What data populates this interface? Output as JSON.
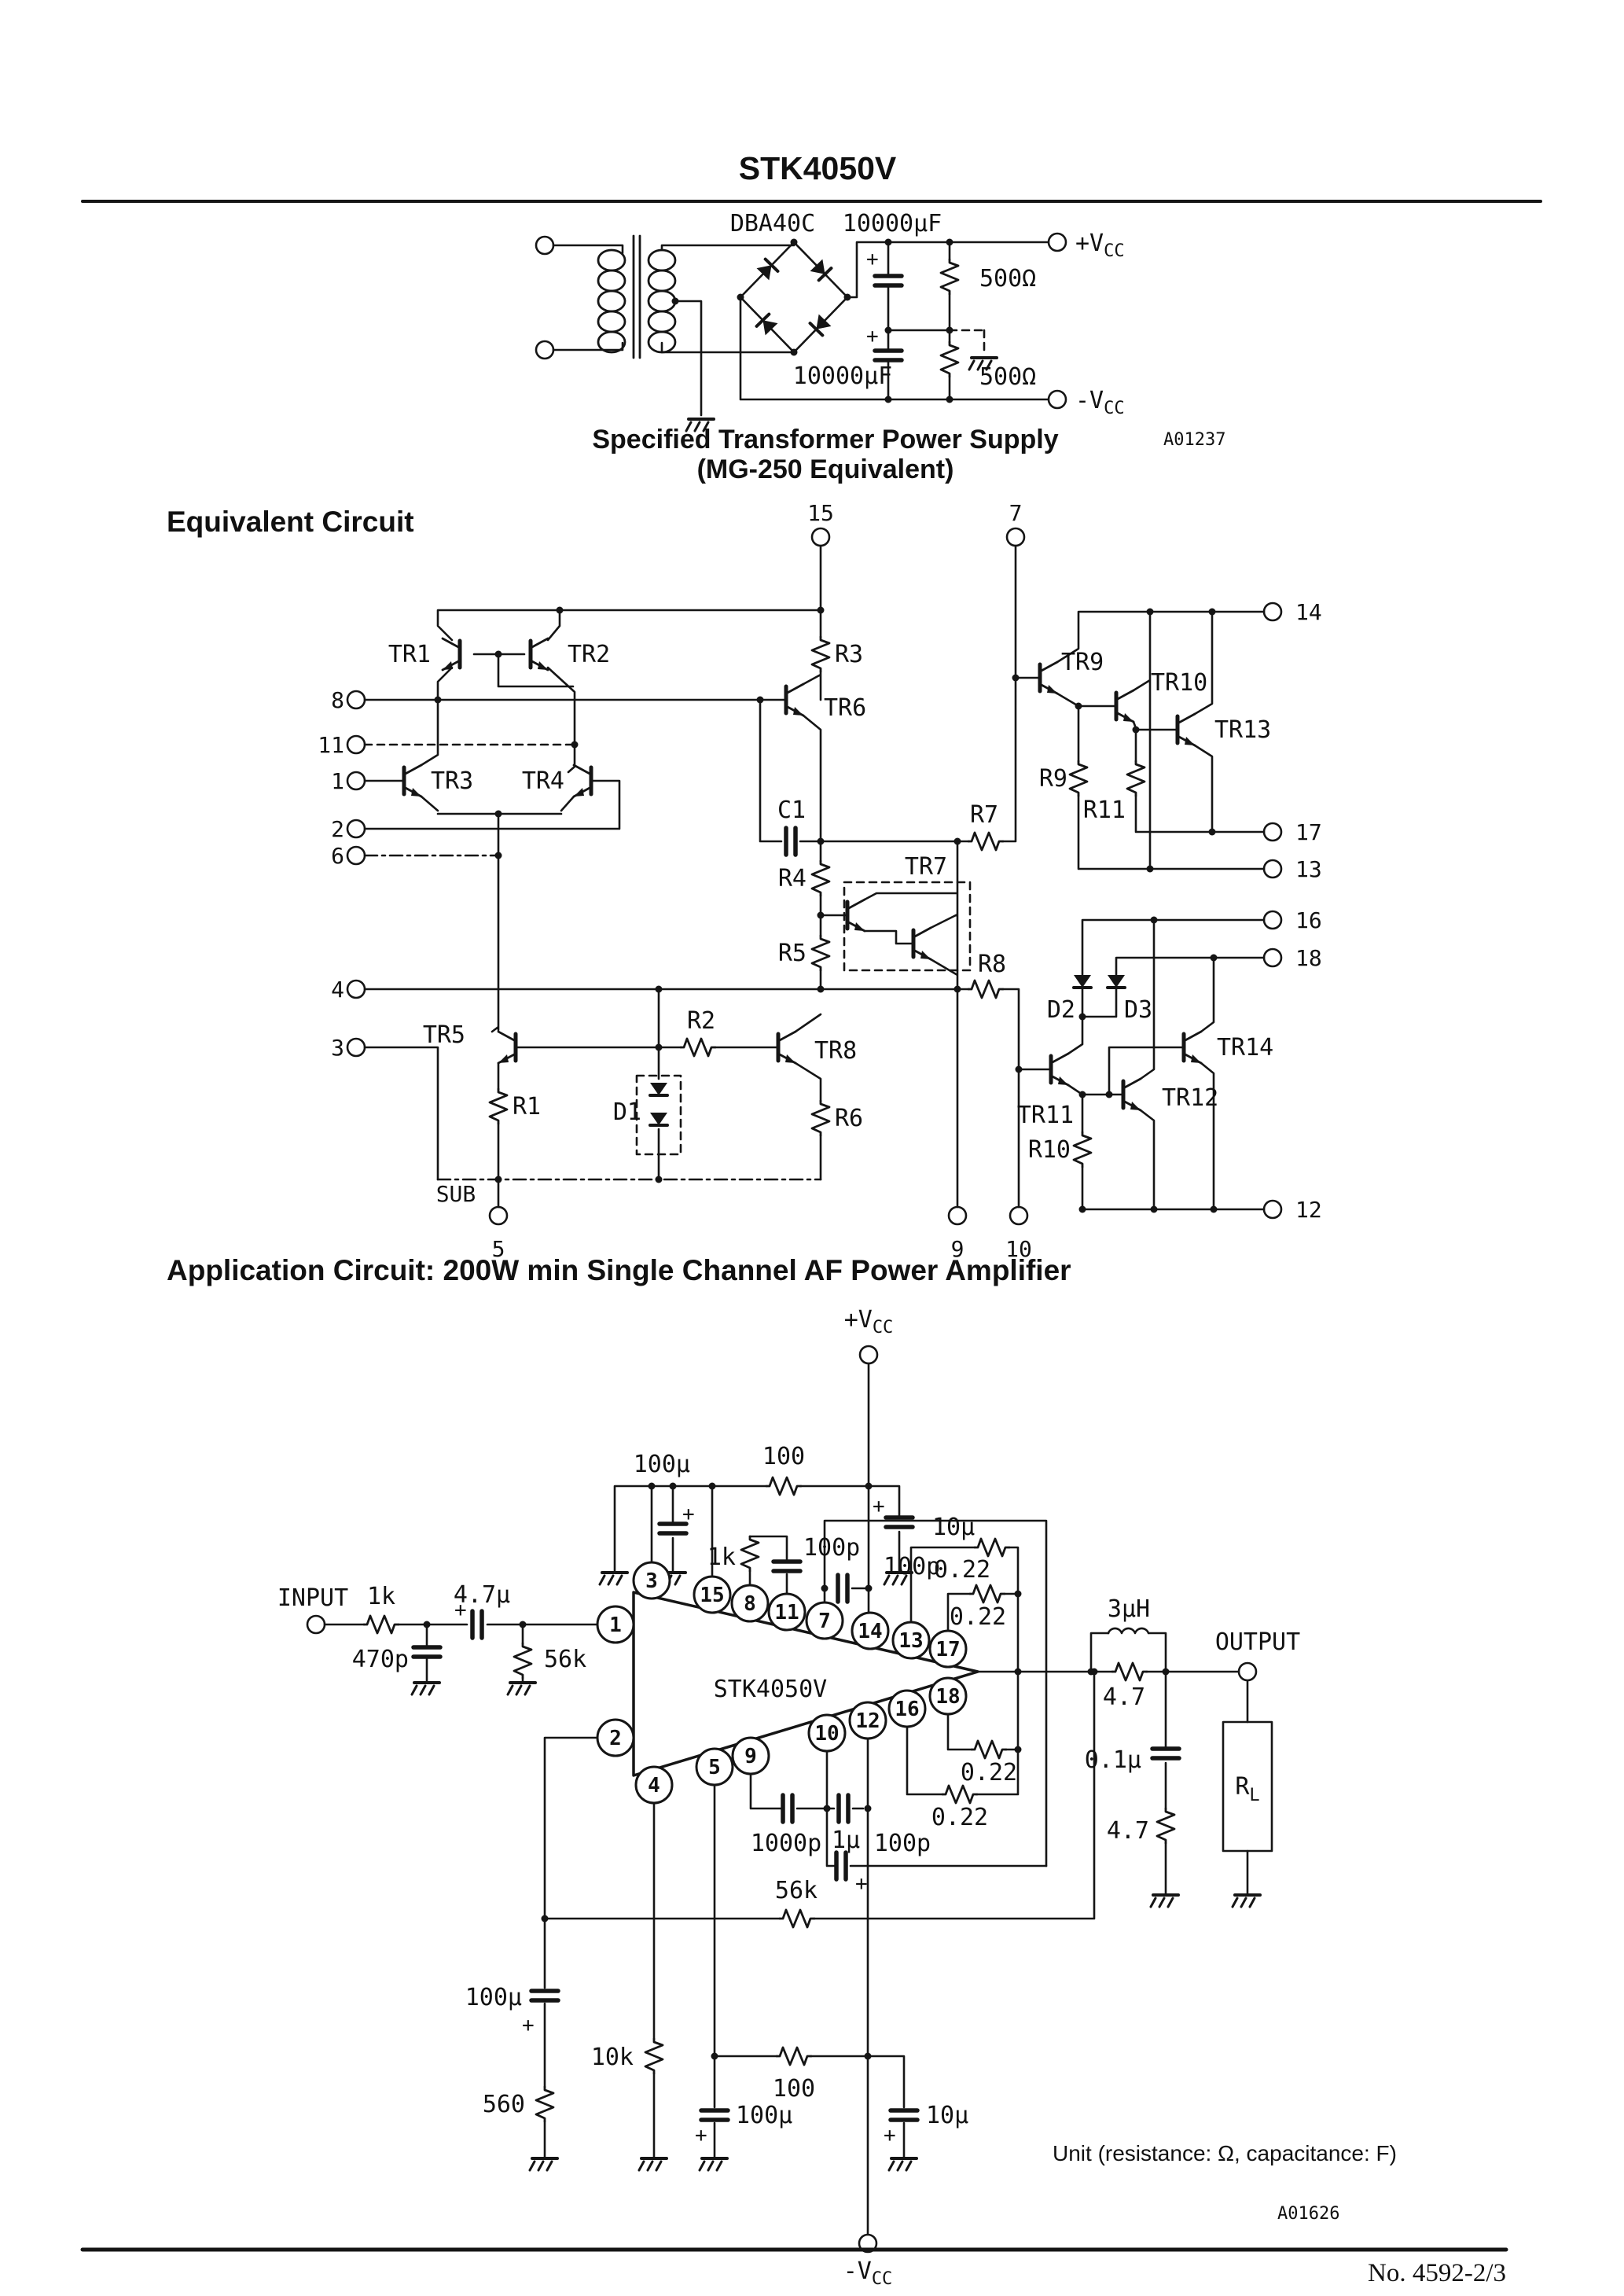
{
  "page": {
    "title": "STK4050V",
    "footer": "No. 4592-2/3"
  },
  "psu": {
    "caption_line1": "Specified Transformer Power Supply",
    "caption_line2": "(MG-250 Equivalent)",
    "code": "A01237",
    "bridge_label": "DBA40C",
    "cap_top": "10000µF",
    "cap_bottom": "10000µF",
    "res_top": "500Ω",
    "res_bottom": "500Ω",
    "plus": "+",
    "vcc_pos_main": "+V",
    "vcc_pos_sub": "CC",
    "vcc_neg_main": "-V",
    "vcc_neg_sub": "CC"
  },
  "eq": {
    "heading": "Equivalent Circuit",
    "tr": [
      "TR1",
      "TR2",
      "TR3",
      "TR4",
      "TR5",
      "TR6",
      "TR7",
      "TR8",
      "TR9",
      "TR10",
      "TR11",
      "TR12",
      "TR13",
      "TR14"
    ],
    "r": [
      "R1",
      "R2",
      "R3",
      "R4",
      "R5",
      "R6",
      "R7",
      "R8",
      "R9",
      "R10",
      "R11"
    ],
    "c1": "C1",
    "d1": "D1",
    "d2": "D2",
    "d3": "D3",
    "sub_label": "SUB",
    "pin_top": [
      "15",
      "7"
    ],
    "pin_left": [
      "8",
      "11",
      "1",
      "2",
      "6",
      "4",
      "3"
    ],
    "pin_right": [
      "14",
      "17",
      "13",
      "16",
      "18",
      "12"
    ],
    "pin_bottom": [
      "5",
      "9",
      "10"
    ]
  },
  "app": {
    "heading": "Application Circuit: 200W min Single Channel AF Power Amplifier",
    "chip": "STK4050V",
    "input": "INPUT",
    "output": "OUTPUT",
    "plus": "+",
    "vcc_pos_main": "+V",
    "vcc_pos_sub": "CC",
    "vcc_neg_main": "-V",
    "vcc_neg_sub": "CC",
    "rl_main": "R",
    "rl_sub": "L",
    "pins_top": [
      "3",
      "15",
      "8",
      "11",
      "7",
      "14",
      "13",
      "17"
    ],
    "pins_bottom": [
      "4",
      "5",
      "9",
      "10",
      "12",
      "16",
      "18"
    ],
    "pins_left": [
      "1",
      "2"
    ],
    "values": {
      "r_in": "1k",
      "c_in": "4.7µ",
      "c_shunt": "470p",
      "r_bias": "56k",
      "c_supply_top": "100µ",
      "r_supply": "100",
      "c_dec_top": "10µ",
      "r_1k": "1k",
      "c_100p_a": "100p",
      "c_100p_b": "100p",
      "r_022_a": "0.22",
      "r_022_b": "0.22",
      "r_022_c": "0.22",
      "r_022_d": "0.22",
      "l_out": "3µH",
      "r_damp": "4.7",
      "c_zobel": "0.1µ",
      "r_zobel": "4.7",
      "c_1000p": "1000p",
      "c_100p_c": "100p",
      "c_1u": "1µ",
      "r_fb": "56k",
      "c_100u_b": "100µ",
      "r_560": "560",
      "r_10k": "10k",
      "r_100_b": "100",
      "c_100u_c": "100µ",
      "c_10u_b": "10µ"
    },
    "unit_note": "Unit (resistance: Ω, capacitance: F)",
    "code": "A01626"
  }
}
